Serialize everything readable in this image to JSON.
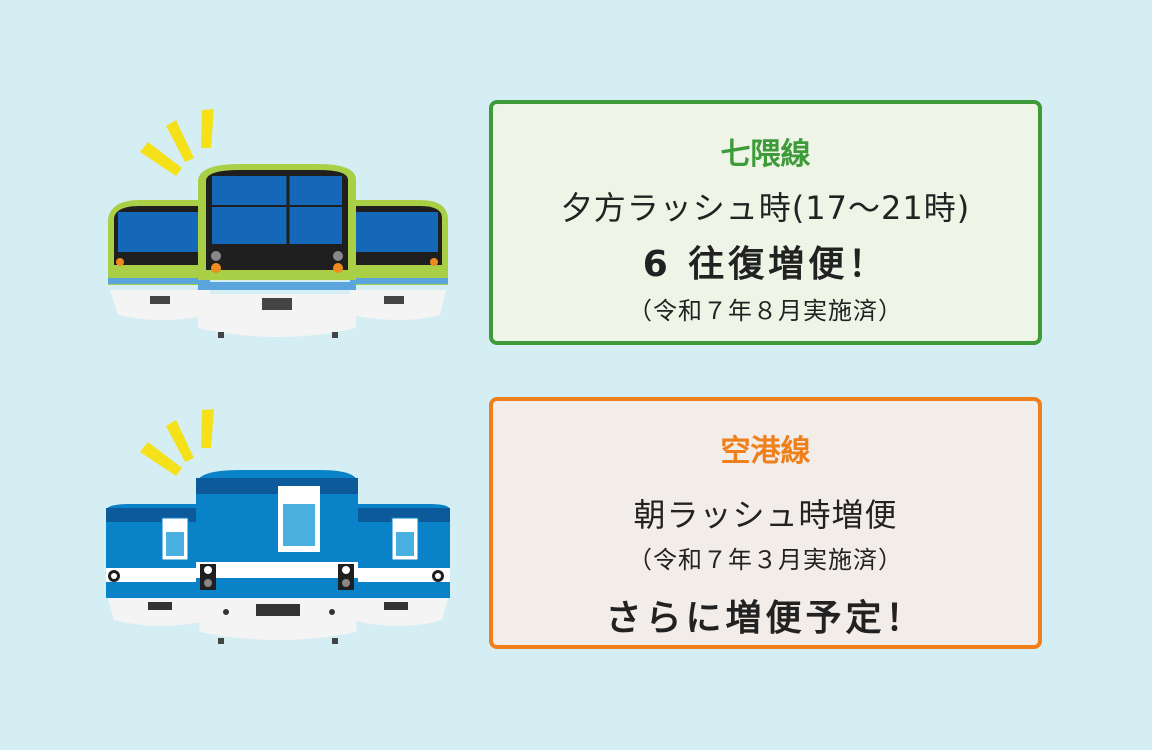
{
  "top_card": {
    "line": "七隈線",
    "headline": "夕方ラッシュ時(17〜21時)",
    "big": "6 往復増便！",
    "note": "（令和７年８月実施済）"
  },
  "bottom_card": {
    "line": "空港線",
    "headline": "朝ラッシュ時増便",
    "note": "（令和７年３月実施済）",
    "big": "さらに増便予定！"
  },
  "colors": {
    "background": "#d5eef4",
    "nanakuma_green": "#3e9b3a",
    "kuko_orange": "#ef7f1a",
    "spark_yellow": "#f5e11a",
    "train_lime": "#a8cf45",
    "train_blue": "#0a82c8"
  },
  "icons": {
    "top_illustration": "nanakuma-line-trains-icon",
    "bottom_illustration": "kuko-line-trains-icon"
  }
}
